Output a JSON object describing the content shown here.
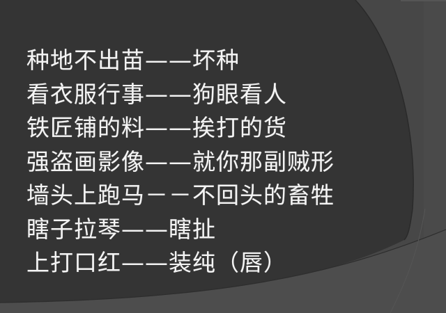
{
  "slide": {
    "background_color": "#333333",
    "accent_shapes": [
      "dark-circle-arc",
      "right-strip",
      "bottom-wedge"
    ],
    "lines": [
      "种地不出苗——坏种",
      "看衣服行事——狗眼看人",
      "铁匠铺的料——挨打的货",
      "强盗画影像——就你那副贼形",
      "墙头上跑马－－不回头的畜牲",
      "瞎子拉琴——瞎扯",
      "上打口红——装纯（唇）"
    ]
  }
}
